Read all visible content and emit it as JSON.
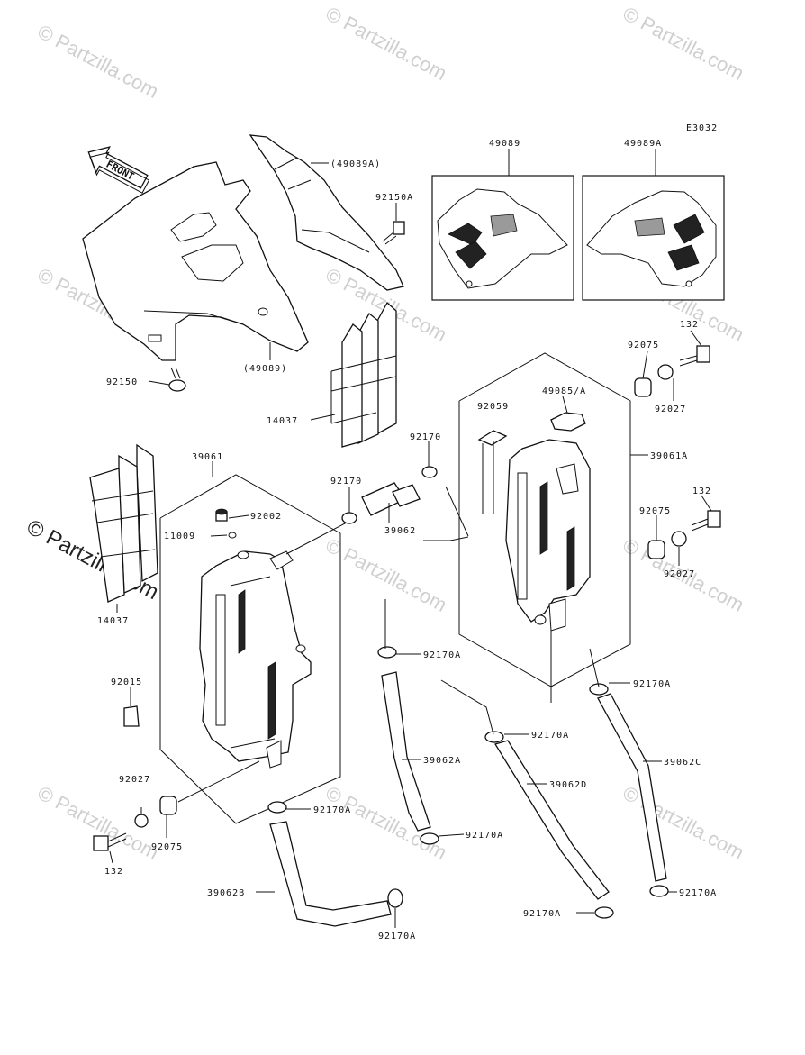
{
  "diagram_code": "E3032",
  "front_arrow_text": "FRONT",
  "watermark": "© Partzilla.com",
  "labels": {
    "p49089A_paren": "(49089A)",
    "p92150A": "92150A",
    "p49089_paren": "(49089)",
    "p92150": "92150",
    "p14037_mid": "14037",
    "p14037_left": "14037",
    "p49089_box": "49089",
    "p49089A_box": "49089A",
    "p132_top": "132",
    "p92075_top": "92075",
    "p92027_top": "92027",
    "p49085A": "49085/A",
    "p92059": "92059",
    "p39061A": "39061A",
    "p92170_upper": "92170",
    "p92170_lower": "92170",
    "p39062": "39062",
    "p39061": "39061",
    "p92002": "92002",
    "p11009": "11009",
    "p132_mid": "132",
    "p92075_mid": "92075",
    "p92027_mid": "92027",
    "p92170A_1": "92170A",
    "p92170A_2": "92170A",
    "p92170A_3": "92170A",
    "p92015": "92015",
    "p39062A": "39062A",
    "p39062D": "39062D",
    "p39062C": "39062C",
    "p92027_low": "92027",
    "p92075_low": "92075",
    "p132_low": "132",
    "p92170A_4": "92170A",
    "p92170A_5": "92170A",
    "p92170A_6": "92170A",
    "p39062B": "39062B",
    "p92170A_7": "92170A",
    "p92170A_8": "92170A"
  }
}
